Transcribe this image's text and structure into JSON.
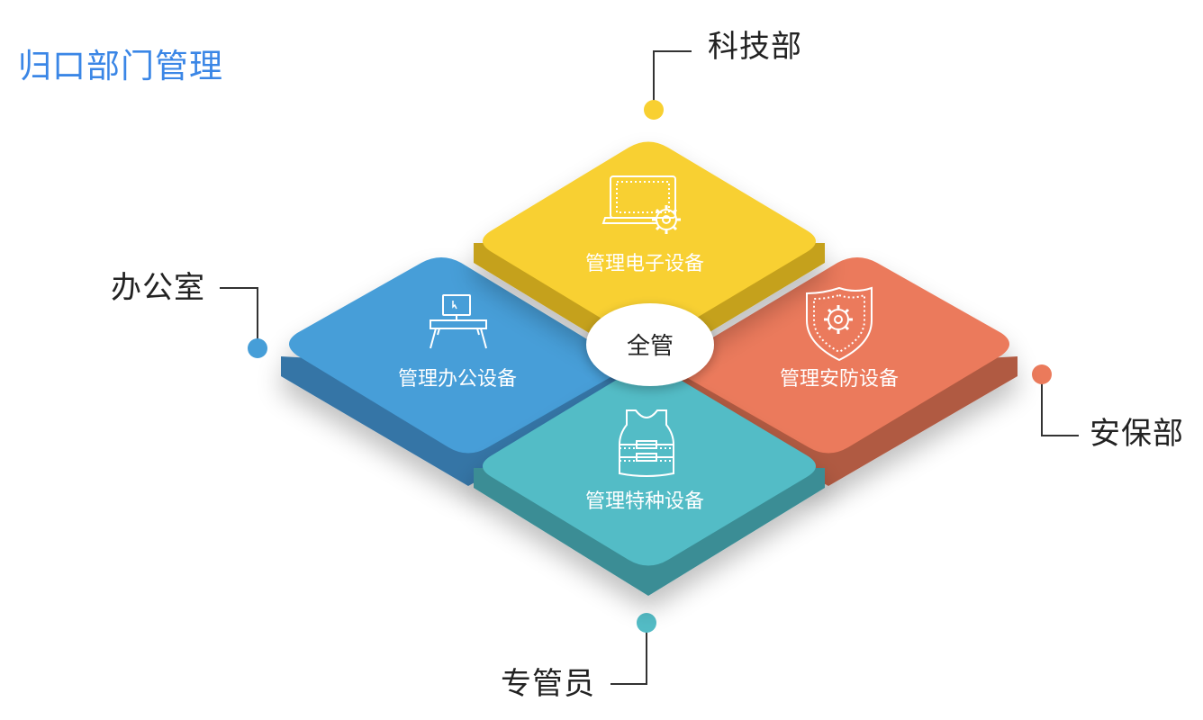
{
  "page": {
    "title": "归口部门管理"
  },
  "hub": {
    "label": "全管"
  },
  "tiles": {
    "top": {
      "label": "管理电子设备",
      "department": "科技部",
      "color": "#f8d031",
      "side_color": "#c5a11e",
      "icon": "computer-gear-icon"
    },
    "left": {
      "label": "管理办公设备",
      "department": "办公室",
      "color": "#469ed8",
      "side_color": "#3675a6",
      "icon": "desk-monitor-icon"
    },
    "right": {
      "label": "管理安防设备",
      "department": "安保部",
      "color": "#eb7a5b",
      "side_color": "#b05a43",
      "icon": "shield-gear-icon"
    },
    "bottom": {
      "label": "管理特种设备",
      "department": "专管员",
      "color": "#53bcc6",
      "side_color": "#3a8d95",
      "icon": "vest-icon"
    }
  },
  "colors": {
    "title": "#3a86e6",
    "connector": "#333333"
  }
}
